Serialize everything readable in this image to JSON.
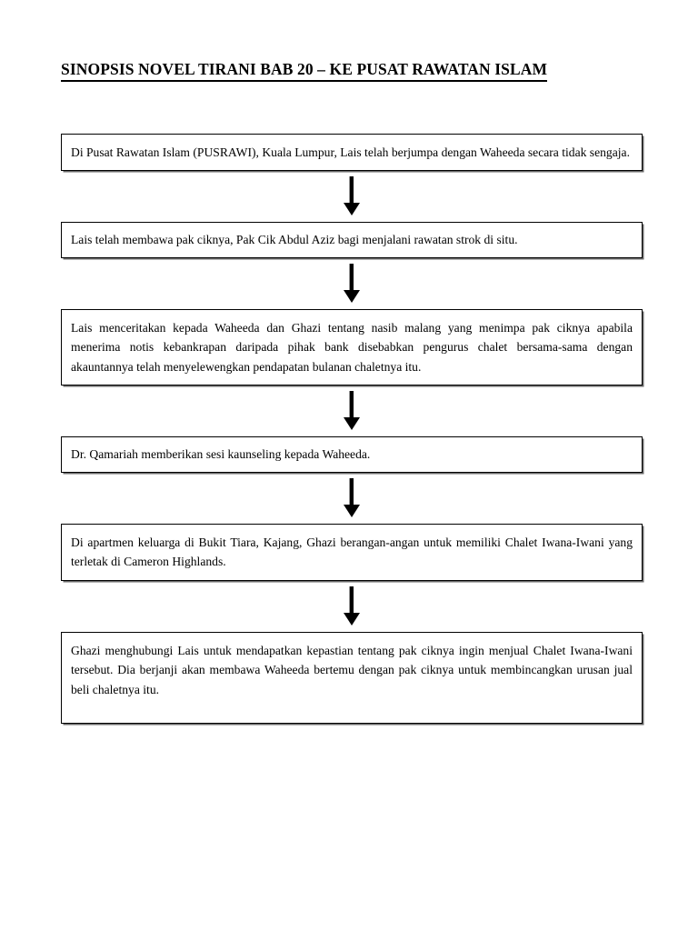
{
  "document": {
    "title": "SINOPSIS NOVEL TIRANI BAB 20 – KE PUSAT RAWATAN ISLAM",
    "language": "ms",
    "type": "flowchart"
  },
  "flowchart": {
    "connector_icon": "down-arrow-icon",
    "border_color": "#000000",
    "background_color": "#ffffff",
    "text_color": "#000000",
    "nodes": [
      {
        "id": "node-1",
        "text": "Di Pusat Rawatan Islam (PUSRAWI), Kuala Lumpur, Lais telah berjumpa dengan Waheeda secara tidak sengaja."
      },
      {
        "id": "node-2",
        "text": "Lais telah membawa pak ciknya, Pak Cik Abdul Aziz bagi menjalani rawatan strok di situ."
      },
      {
        "id": "node-3",
        "text": "Lais menceritakan kepada Waheeda dan Ghazi tentang nasib malang yang menimpa pak ciknya apabila menerima notis kebankrapan daripada pihak bank disebabkan pengurus chalet bersama-sama dengan akauntannya telah menyelewengkan pendapatan bulanan chaletnya itu."
      },
      {
        "id": "node-4",
        "text": "Dr. Qamariah memberikan sesi kaunseling kepada Waheeda."
      },
      {
        "id": "node-5",
        "text": "Di apartmen keluarga di Bukit Tiara, Kajang, Ghazi berangan-angan untuk memiliki Chalet Iwana-Iwani yang terletak di Cameron Highlands."
      },
      {
        "id": "node-6",
        "text": "Ghazi menghubungi Lais untuk mendapatkan kepastian tentang pak ciknya ingin menjual Chalet Iwana-Iwani tersebut. Dia berjanji akan membawa Waheeda bertemu dengan pak ciknya untuk membincangkan urusan jual beli chaletnya itu."
      }
    ]
  }
}
